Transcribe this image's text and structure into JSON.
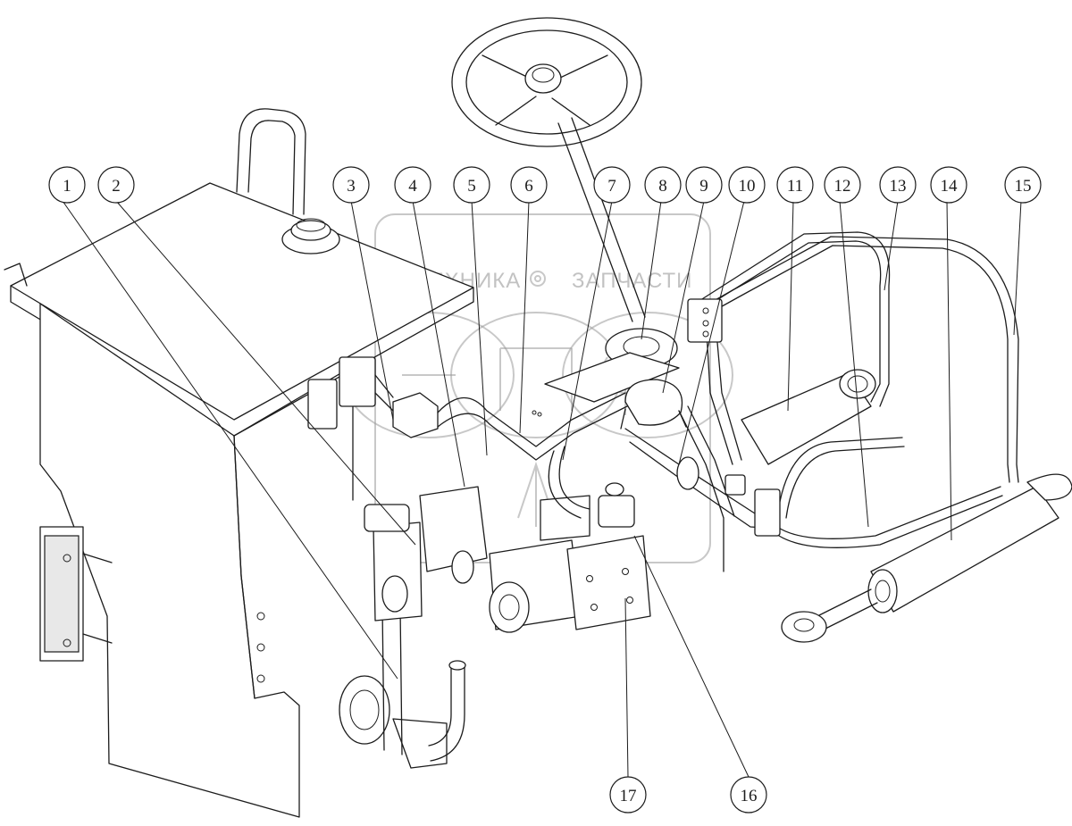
{
  "diagram": {
    "callouts": [
      {
        "label": "1"
      },
      {
        "label": "2"
      },
      {
        "label": "3"
      },
      {
        "label": "4"
      },
      {
        "label": "5"
      },
      {
        "label": "6"
      },
      {
        "label": "7"
      },
      {
        "label": "8"
      },
      {
        "label": "9"
      },
      {
        "label": "10"
      },
      {
        "label": "11"
      },
      {
        "label": "12"
      },
      {
        "label": "13"
      },
      {
        "label": "14"
      },
      {
        "label": "15"
      },
      {
        "label": "16"
      },
      {
        "label": "17"
      }
    ]
  },
  "watermark": {
    "left_word": "ТЕХНИКА",
    "right_word": "ЗАПЧАСТИ"
  }
}
